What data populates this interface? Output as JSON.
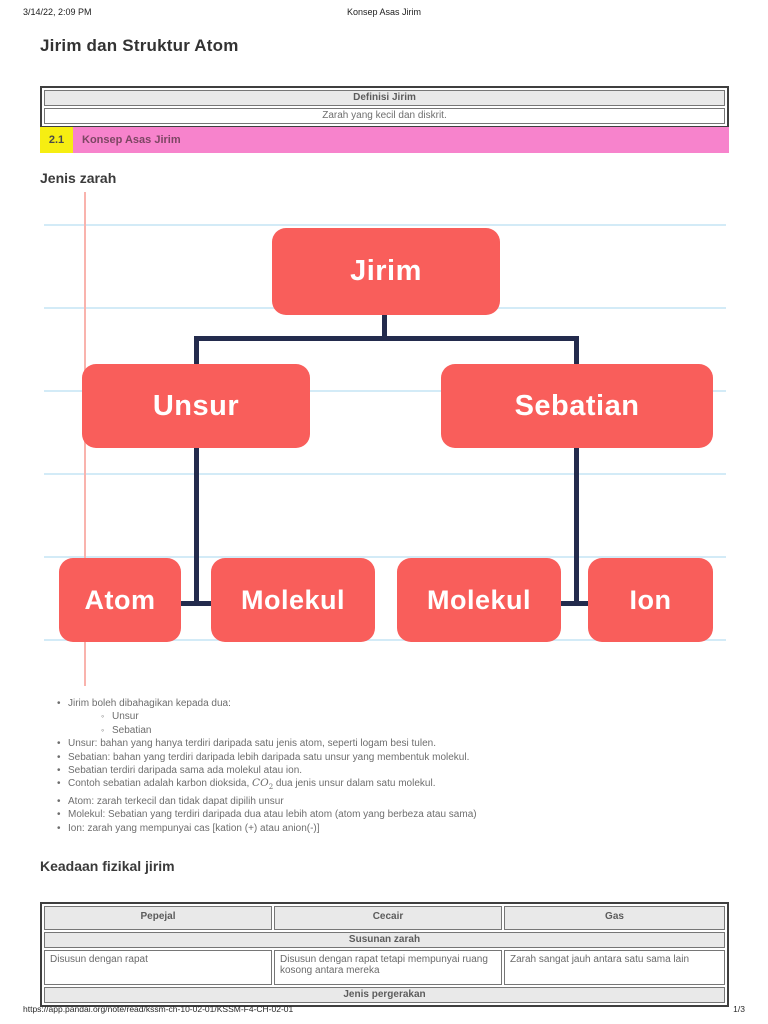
{
  "page_header": {
    "datetime": "3/14/22, 2:09 PM",
    "doc_title": "Konsep Asas Jirim"
  },
  "title": "Jirim dan Struktur Atom",
  "definition_table": {
    "header": "Definisi Jirim",
    "body": "Zarah yang kecil dan diskrit."
  },
  "section_banner": {
    "number": "2.1",
    "title": "Konsep Asas Jirim",
    "pink_color": "#f783cc",
    "yellow_color": "#f6ee12",
    "title_color": "#7c4663"
  },
  "section1_heading": "Jenis zarah",
  "diagram": {
    "box_color": "#f95e5b",
    "connector_color": "#232b4d",
    "ruled_line_color": "#d3ebf7",
    "margin_line_color": "#f9b3ad",
    "nodes": {
      "root": "Jirim",
      "left": "Unsur",
      "right": "Sebatian",
      "left_child1": "Atom",
      "left_child2": "Molekul",
      "right_child1": "Molekul",
      "right_child2": "Ion"
    }
  },
  "notes": {
    "items": [
      {
        "text": "Jirim boleh dibahagikan kepada dua:",
        "subitems": [
          "Unsur",
          "Sebatian"
        ]
      },
      {
        "text": "Unsur: bahan yang hanya terdiri daripada satu jenis atom, seperti logam besi tulen."
      },
      {
        "text": "Sebatian: bahan yang terdiri daripada lebih daripada satu unsur yang membentuk molekul."
      },
      {
        "text": "Sebatian terdiri daripada sama ada molekul atau ion."
      },
      {
        "pre": "Contoh sebatian adalah karbon dioksida, ",
        "formula": "CO",
        "formula_sub": "2",
        "post": " dua jenis unsur dalam satu molekul."
      },
      {
        "text": "Atom: zarah terkecil dan tidak dapat  dipilih unsur"
      },
      {
        "text": "Molekul: Sebatian yang terdiri daripada dua atau lebih atom (atom yang berbeza atau sama)"
      },
      {
        "text": "Ion: zarah yang mempunyai cas [kation (+) atau anion(-)]"
      }
    ]
  },
  "section2_heading": "Keadaan fizikal jirim",
  "state_table": {
    "columns": [
      "Pepejal",
      "Cecair",
      "Gas"
    ],
    "band1": "Susunan zarah",
    "row1": [
      "Disusun dengan rapat",
      "Disusun dengan rapat tetapi mempunyai ruang kosong antara mereka",
      "Zarah sangat jauh antara satu sama lain"
    ],
    "band2": "Jenis pergerakan"
  },
  "page_footer": {
    "url": "https://app.pandai.org/note/read/kssm-ch-10-02-01/KSSM-F4-CH-02-01",
    "page": "1/3"
  }
}
